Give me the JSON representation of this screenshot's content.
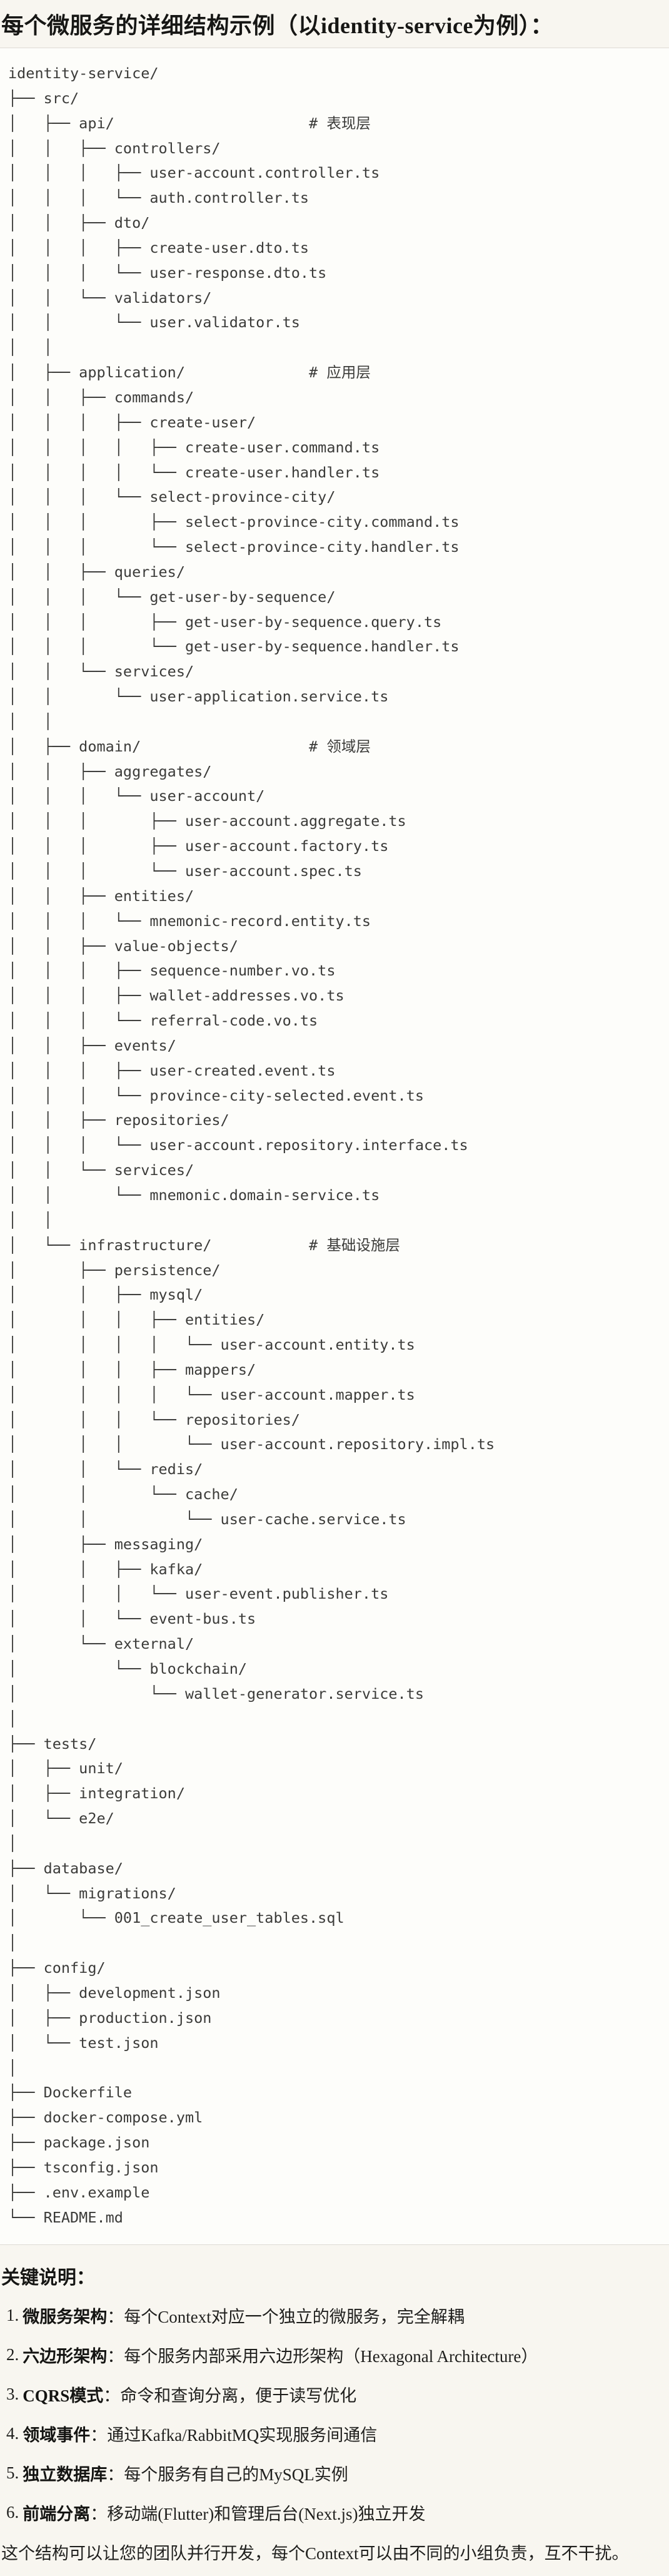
{
  "page": {
    "title": "每个微服务的详细结构示例（以identity-service为例）：",
    "section_heading": "关键说明：",
    "closing_paragraph": "这个结构可以让您的团队并行开发，每个Context可以由不同的小组负责，互不干扰。"
  },
  "tree": {
    "root": "identity-service/",
    "layer_comments": [
      "# 表现层",
      "# 应用层",
      "# 领域层",
      "# 基础设施层"
    ],
    "lines": [
      "identity-service/",
      "├── src/",
      "│   ├── api/                      # 表现层",
      "│   │   ├── controllers/",
      "│   │   │   ├── user-account.controller.ts",
      "│   │   │   └── auth.controller.ts",
      "│   │   ├── dto/",
      "│   │   │   ├── create-user.dto.ts",
      "│   │   │   └── user-response.dto.ts",
      "│   │   └── validators/",
      "│   │       └── user.validator.ts",
      "│   │",
      "│   ├── application/              # 应用层",
      "│   │   ├── commands/",
      "│   │   │   ├── create-user/",
      "│   │   │   │   ├── create-user.command.ts",
      "│   │   │   │   └── create-user.handler.ts",
      "│   │   │   └── select-province-city/",
      "│   │   │       ├── select-province-city.command.ts",
      "│   │   │       └── select-province-city.handler.ts",
      "│   │   ├── queries/",
      "│   │   │   └── get-user-by-sequence/",
      "│   │   │       ├── get-user-by-sequence.query.ts",
      "│   │   │       └── get-user-by-sequence.handler.ts",
      "│   │   └── services/",
      "│   │       └── user-application.service.ts",
      "│   │",
      "│   ├── domain/                   # 领域层",
      "│   │   ├── aggregates/",
      "│   │   │   └── user-account/",
      "│   │   │       ├── user-account.aggregate.ts",
      "│   │   │       ├── user-account.factory.ts",
      "│   │   │       └── user-account.spec.ts",
      "│   │   ├── entities/",
      "│   │   │   └── mnemonic-record.entity.ts",
      "│   │   ├── value-objects/",
      "│   │   │   ├── sequence-number.vo.ts",
      "│   │   │   ├── wallet-addresses.vo.ts",
      "│   │   │   └── referral-code.vo.ts",
      "│   │   ├── events/",
      "│   │   │   ├── user-created.event.ts",
      "│   │   │   └── province-city-selected.event.ts",
      "│   │   ├── repositories/",
      "│   │   │   └── user-account.repository.interface.ts",
      "│   │   └── services/",
      "│   │       └── mnemonic.domain-service.ts",
      "│   │",
      "│   └── infrastructure/           # 基础设施层",
      "│       ├── persistence/",
      "│       │   ├── mysql/",
      "│       │   │   ├── entities/",
      "│       │   │   │   └── user-account.entity.ts",
      "│       │   │   ├── mappers/",
      "│       │   │   │   └── user-account.mapper.ts",
      "│       │   │   └── repositories/",
      "│       │   │       └── user-account.repository.impl.ts",
      "│       │   └── redis/",
      "│       │       └── cache/",
      "│       │           └── user-cache.service.ts",
      "│       ├── messaging/",
      "│       │   ├── kafka/",
      "│       │   │   └── user-event.publisher.ts",
      "│       │   └── event-bus.ts",
      "│       └── external/",
      "│           └── blockchain/",
      "│               └── wallet-generator.service.ts",
      "│",
      "├── tests/",
      "│   ├── unit/",
      "│   ├── integration/",
      "│   └── e2e/",
      "│",
      "├── database/",
      "│   └── migrations/",
      "│       └── 001_create_user_tables.sql",
      "│",
      "├── config/",
      "│   ├── development.json",
      "│   ├── production.json",
      "│   └── test.json",
      "│",
      "├── Dockerfile",
      "├── docker-compose.yml",
      "├── package.json",
      "├── tsconfig.json",
      "├── .env.example",
      "└── README.md"
    ]
  },
  "key_points": [
    {
      "num": "1.",
      "label": "微服务架构",
      "text": "：每个Context对应一个独立的微服务，完全解耦"
    },
    {
      "num": "2.",
      "label": "六边形架构",
      "text": "：每个服务内部采用六边形架构（Hexagonal Architecture）"
    },
    {
      "num": "3.",
      "label": "CQRS模式",
      "text": "：命令和查询分离，便于读写优化"
    },
    {
      "num": "4.",
      "label": "领域事件",
      "text": "：通过Kafka/RabbitMQ实现服务间通信"
    },
    {
      "num": "5.",
      "label": "独立数据库",
      "text": "：每个服务有自己的MySQL实例"
    },
    {
      "num": "6.",
      "label": "前端分离",
      "text": "：移动端(Flutter)和管理后台(Next.js)独立开发"
    }
  ],
  "colors": {
    "page_bg": "#f8f6f0",
    "code_bg": "#fdfdfa",
    "code_border": "#dedbd4",
    "tree_text": "#3b3b39",
    "body_text": "#1f1f1d"
  }
}
